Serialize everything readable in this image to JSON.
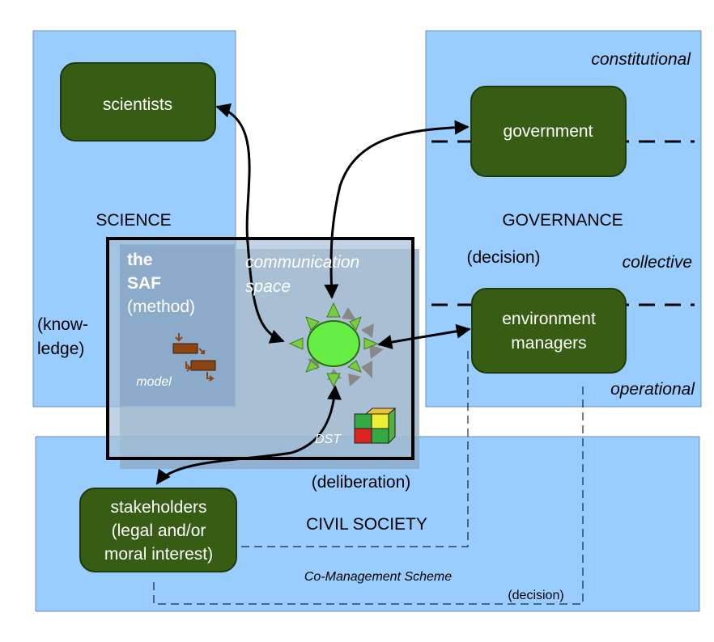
{
  "science": {
    "title": "SCIENCE",
    "sub_line1": "(know-",
    "sub_line2": "ledge)",
    "scientists": "scientists"
  },
  "governance": {
    "title": "GOVERNANCE",
    "decision": "(decision)",
    "level_constitutional": "constitutional",
    "level_collective": "collective",
    "level_operational": "operational",
    "government": "government",
    "managers_line1": "environment",
    "managers_line2": "managers"
  },
  "civil": {
    "title": "CIVIL SOCIETY",
    "deliberation": "(deliberation)",
    "stake_line1": "stakeholders",
    "stake_line2": "(legal and/or",
    "stake_line3": "moral interest)",
    "comanagement": "Co-Management Scheme",
    "decision": "(decision)"
  },
  "saf": {
    "the": "the",
    "saf": "SAF",
    "method": "(method)",
    "model": "model"
  },
  "comm": {
    "line1": "communication",
    "line2": "space",
    "dst": "DST"
  },
  "colors": {
    "panel": "#99ccff",
    "node": "#375d14",
    "sun": "#66ee44",
    "ray": "#7acc44"
  }
}
